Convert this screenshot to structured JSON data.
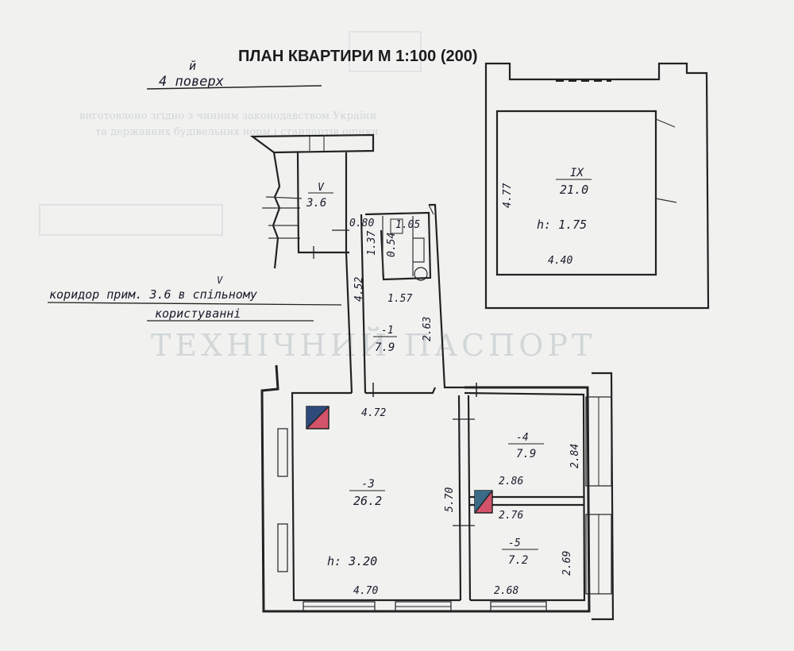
{
  "title": "ПЛАН КВАРТИРИ М 1:100 (200)",
  "floor": {
    "number_sup": "й",
    "label": "4 поверх"
  },
  "note": {
    "line1": "коридор прим. 3.6 в спільному",
    "line2": "користуванні",
    "roman": "V"
  },
  "watermark": {
    "heading": "ТЕХНІЧНИЙ ПАСПОРТ",
    "line1": "виготовлено згідно з чинним законодавством України",
    "line2": "та державних будівельних норм і стандартів оцінки"
  },
  "rooms": {
    "v": {
      "roman": "V",
      "area": "3.6",
      "dims": {
        "a": "0.80",
        "b": "1.37",
        "c": "1.05"
      }
    },
    "bath": {
      "code": "0.54",
      "dims": {
        "bottom": "1.57"
      }
    },
    "r1": {
      "num": "-1",
      "area": "7.9",
      "dims": {
        "left": "4.52",
        "right": "2.63"
      }
    },
    "r3": {
      "num": "-3",
      "area": "26.2",
      "height": "h: 3.20",
      "dims": {
        "top": "4.72",
        "bottom": "4.70",
        "right": "5.70"
      }
    },
    "r4": {
      "num": "-4",
      "area": "7.9",
      "dims": {
        "width": "2.86",
        "height": "2.84"
      }
    },
    "r5": {
      "num": "-5",
      "area": "7.2",
      "dims": {
        "top": "2.76",
        "bottom": "2.68",
        "right": "2.69"
      }
    },
    "ix": {
      "roman": "IX",
      "area": "21.0",
      "height": "h: 1.75",
      "dims": {
        "width": "4.40",
        "height": "4.77"
      }
    }
  },
  "colors": {
    "accent_red": "#d3536b",
    "accent_blue": "#2d4a7a",
    "line": "#222222",
    "paper": "#f1f2f0"
  }
}
